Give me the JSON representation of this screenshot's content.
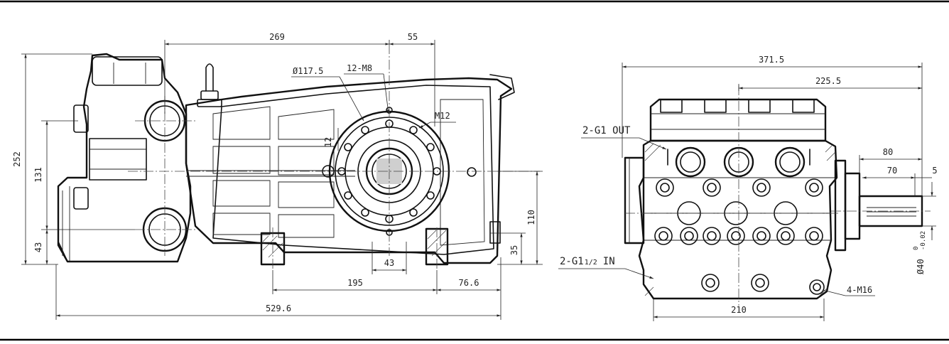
{
  "drawing": {
    "side_view": {
      "dims": {
        "length_269": "269",
        "offset_55": "55",
        "flange_dia": "Ø117.5",
        "bolt_spec": "12-M8",
        "bolt_m12": "M12",
        "dim_12": "12",
        "height_252": "252",
        "height_131": "131",
        "height_43": "43",
        "height_110": "110",
        "height_35": "35",
        "width_43": "43",
        "span_195": "195",
        "span_76_6": "76.6",
        "overall_529_6": "529.6"
      }
    },
    "end_view": {
      "dims": {
        "width_371_5": "371.5",
        "width_225_5": "225.5",
        "shaft_80": "80",
        "shaft_70": "70",
        "shaft_5": "5",
        "shaft_dia": "Ø40",
        "tol_upper": "0",
        "tol_lower": "-0.02",
        "base_210": "210",
        "mount_bolts": "4-M16"
      },
      "callouts": {
        "outlet_prefix": "2-G1 OUT",
        "inlet_prefix": "2-G1",
        "inlet_frac": "1/2",
        "inlet_suffix": "IN"
      }
    }
  }
}
